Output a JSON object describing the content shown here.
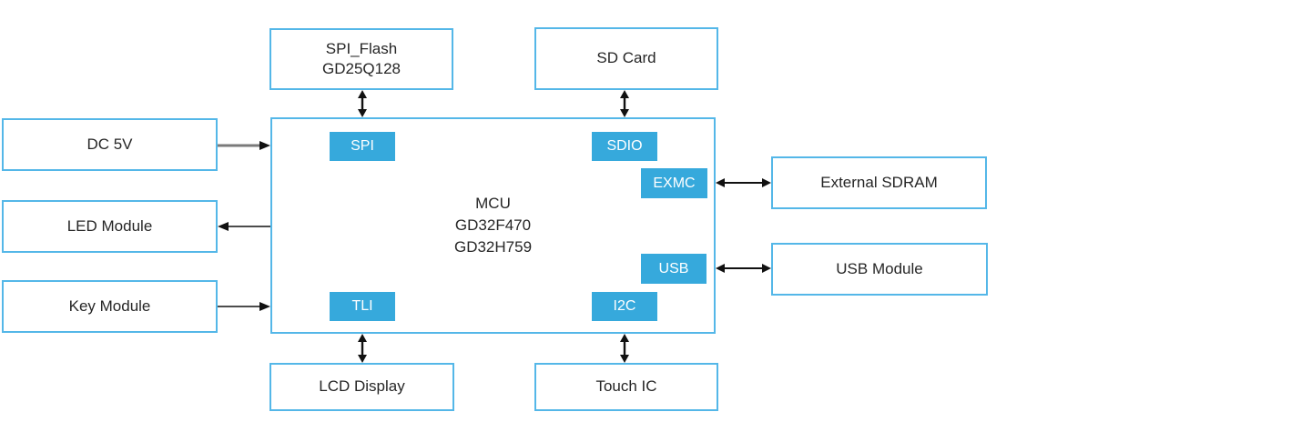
{
  "colors": {
    "box_border": "#54B7E8",
    "tag_fill": "#36A9DC",
    "tag_text": "#FFFFFF",
    "label_text": "#262626",
    "arrow": "#111111",
    "dc5v_arrow_shaft": "#7A7A7A"
  },
  "mcu": {
    "line1": "MCU",
    "line2": "GD32F470",
    "line3": "GD32H759"
  },
  "tags": {
    "spi": "SPI",
    "sdio": "SDIO",
    "exmc": "EXMC",
    "usb": "USB",
    "tli": "TLI",
    "i2c": "I2C"
  },
  "boxes": {
    "spi_flash": {
      "line1": "SPI_Flash",
      "line2": "GD25Q128"
    },
    "sd_card": "SD Card",
    "dc_5v": "DC 5V",
    "led_module": "LED Module",
    "key_module": "Key Module",
    "external_sdram": "External SDRAM",
    "usb_module": "USB Module",
    "lcd_display": "LCD Display",
    "touch_ic": "Touch IC"
  },
  "connections": [
    {
      "from": "SPI_Flash GD25Q128",
      "to": "MCU",
      "interface": "SPI",
      "direction": "bidirectional"
    },
    {
      "from": "SD Card",
      "to": "MCU",
      "interface": "SDIO",
      "direction": "bidirectional"
    },
    {
      "from": "DC 5V",
      "to": "MCU",
      "interface": "",
      "direction": "into-mcu"
    },
    {
      "from": "MCU",
      "to": "LED Module",
      "interface": "",
      "direction": "out-of-mcu"
    },
    {
      "from": "Key Module",
      "to": "MCU",
      "interface": "",
      "direction": "into-mcu"
    },
    {
      "from": "External SDRAM",
      "to": "MCU",
      "interface": "EXMC",
      "direction": "bidirectional"
    },
    {
      "from": "USB Module",
      "to": "MCU",
      "interface": "USB",
      "direction": "bidirectional"
    },
    {
      "from": "LCD Display",
      "to": "MCU",
      "interface": "TLI",
      "direction": "bidirectional"
    },
    {
      "from": "Touch IC",
      "to": "MCU",
      "interface": "I2C",
      "direction": "bidirectional"
    }
  ]
}
